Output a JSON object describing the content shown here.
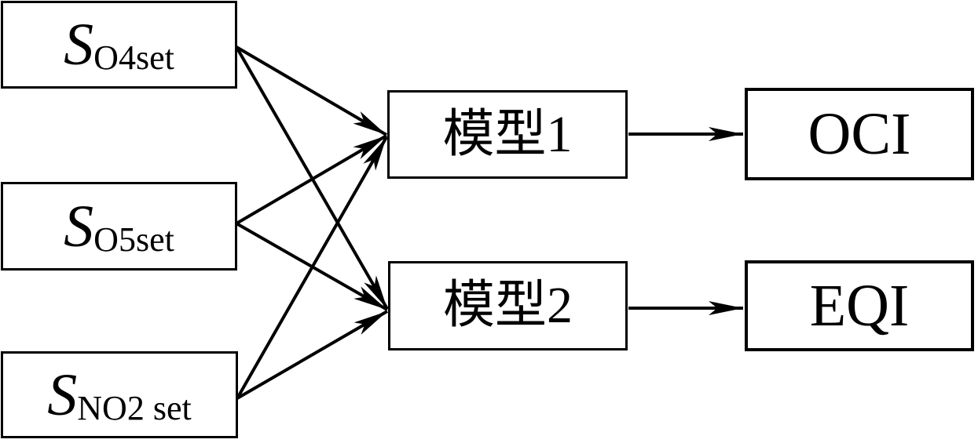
{
  "diagram": {
    "type": "flow-diagram",
    "background_color": "#ffffff",
    "line_color": "#000000",
    "box_border_color": "#000000",
    "text_color": "#000000",
    "nodes": {
      "so4set": {
        "main": "S",
        "sub": "O4set"
      },
      "so5set": {
        "main": "S",
        "sub": "O5set"
      },
      "sno2set": {
        "main": "S",
        "sub": "NO2 set"
      },
      "model1": {
        "label": "模型1"
      },
      "model2": {
        "label": "模型2"
      },
      "oci": {
        "label": "OCI"
      },
      "eqi": {
        "label": "EQI"
      }
    },
    "edges": [
      {
        "from": "S_O4set",
        "to": "模型1"
      },
      {
        "from": "S_O4set",
        "to": "模型2"
      },
      {
        "from": "S_O5set",
        "to": "模型1"
      },
      {
        "from": "S_O5set",
        "to": "模型2"
      },
      {
        "from": "S_NO2set",
        "to": "模型1"
      },
      {
        "from": "S_NO2set",
        "to": "模型2"
      },
      {
        "from": "模型1",
        "to": "OCI"
      },
      {
        "from": "模型2",
        "to": "EQI"
      }
    ]
  }
}
